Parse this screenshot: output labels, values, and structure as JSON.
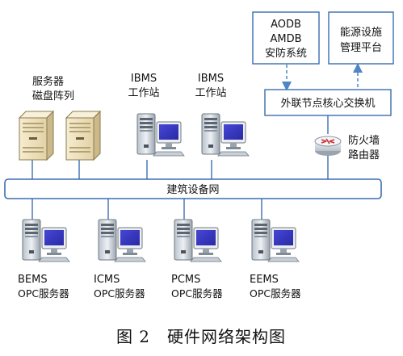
{
  "diagram": {
    "storage": {
      "line1": "服务器",
      "line2": "磁盘阵列"
    },
    "workstation_1": {
      "line1": "IBMS",
      "line2": "工作站"
    },
    "workstation_2": {
      "line1": "IBMS",
      "line2": "工作站"
    },
    "top_box_1": {
      "line1": "AODB",
      "line2": "AMDB",
      "line3": "安防系统"
    },
    "top_box_2": {
      "line1": "能源设施",
      "line2": "管理平台"
    },
    "core_switch": "外联节点核心交换机",
    "router": {
      "line1": "防火墙",
      "line2": "路由器"
    },
    "network_bus": "建筑设备网",
    "servers": [
      {
        "line1": "BEMS",
        "line2": "OPC服务器"
      },
      {
        "line1": "ICMS",
        "line2": "OPC服务器"
      },
      {
        "line1": "PCMS",
        "line2": "OPC服务器"
      },
      {
        "line1": "EEMS",
        "line2": "OPC服务器"
      }
    ],
    "caption": "图 2　硬件网络架构图"
  },
  "colors": {
    "line_blue": "#4a78b8",
    "dashed_blue": "#4f86c6",
    "bus_border": "#3a6db2",
    "monitor_screen": "#3c3cc8",
    "storage_tan": "#efe2bd"
  }
}
